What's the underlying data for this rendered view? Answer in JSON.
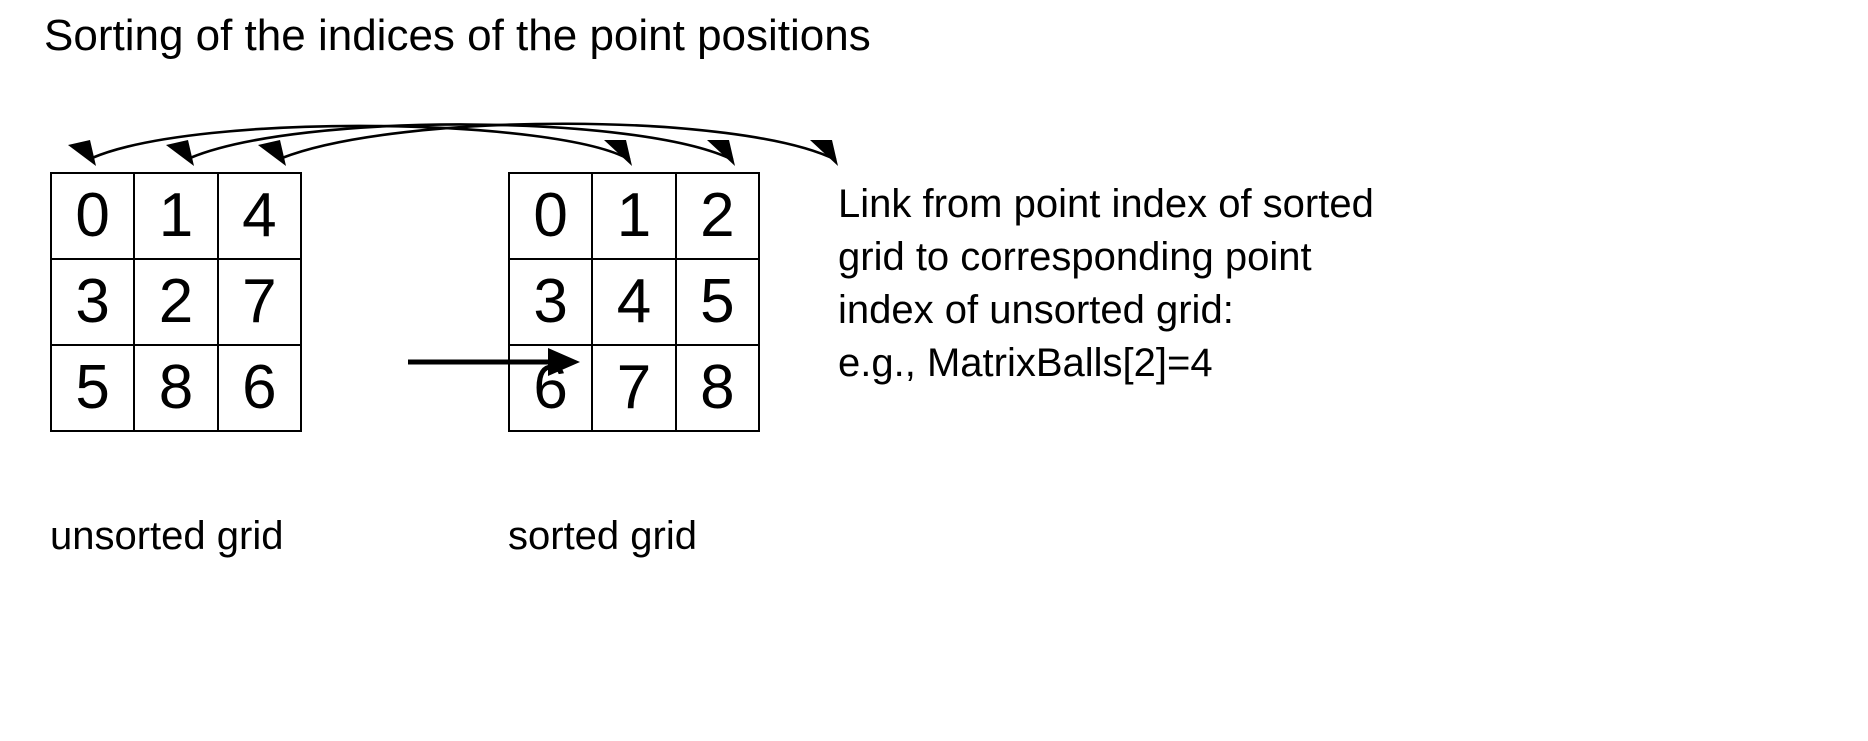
{
  "slide": {
    "title": "Sorting of the indices of the point positions",
    "background_color": "#ffffff",
    "ink_color": "#000000"
  },
  "grids": {
    "unsorted": {
      "caption": "unsorted grid",
      "rows": [
        [
          "0",
          "1",
          "4"
        ],
        [
          "3",
          "2",
          "7"
        ],
        [
          "5",
          "8",
          "6"
        ]
      ]
    },
    "sorted": {
      "caption": "sorted grid",
      "rows": [
        [
          "0",
          "1",
          "2"
        ],
        [
          "3",
          "4",
          "5"
        ],
        [
          "6",
          "7",
          "8"
        ]
      ]
    }
  },
  "transform_arrow": {
    "label": "",
    "direction": "right"
  },
  "mapping_arrows": {
    "description": "Curved arrows linking sorted grid top cells to unsorted grid top cells",
    "count": 6
  },
  "note": {
    "lines": [
      "Link from point index of sorted",
      "grid to corresponding point",
      "index of unsorted grid:",
      "e.g., MatrixBalls[2]=4"
    ]
  }
}
